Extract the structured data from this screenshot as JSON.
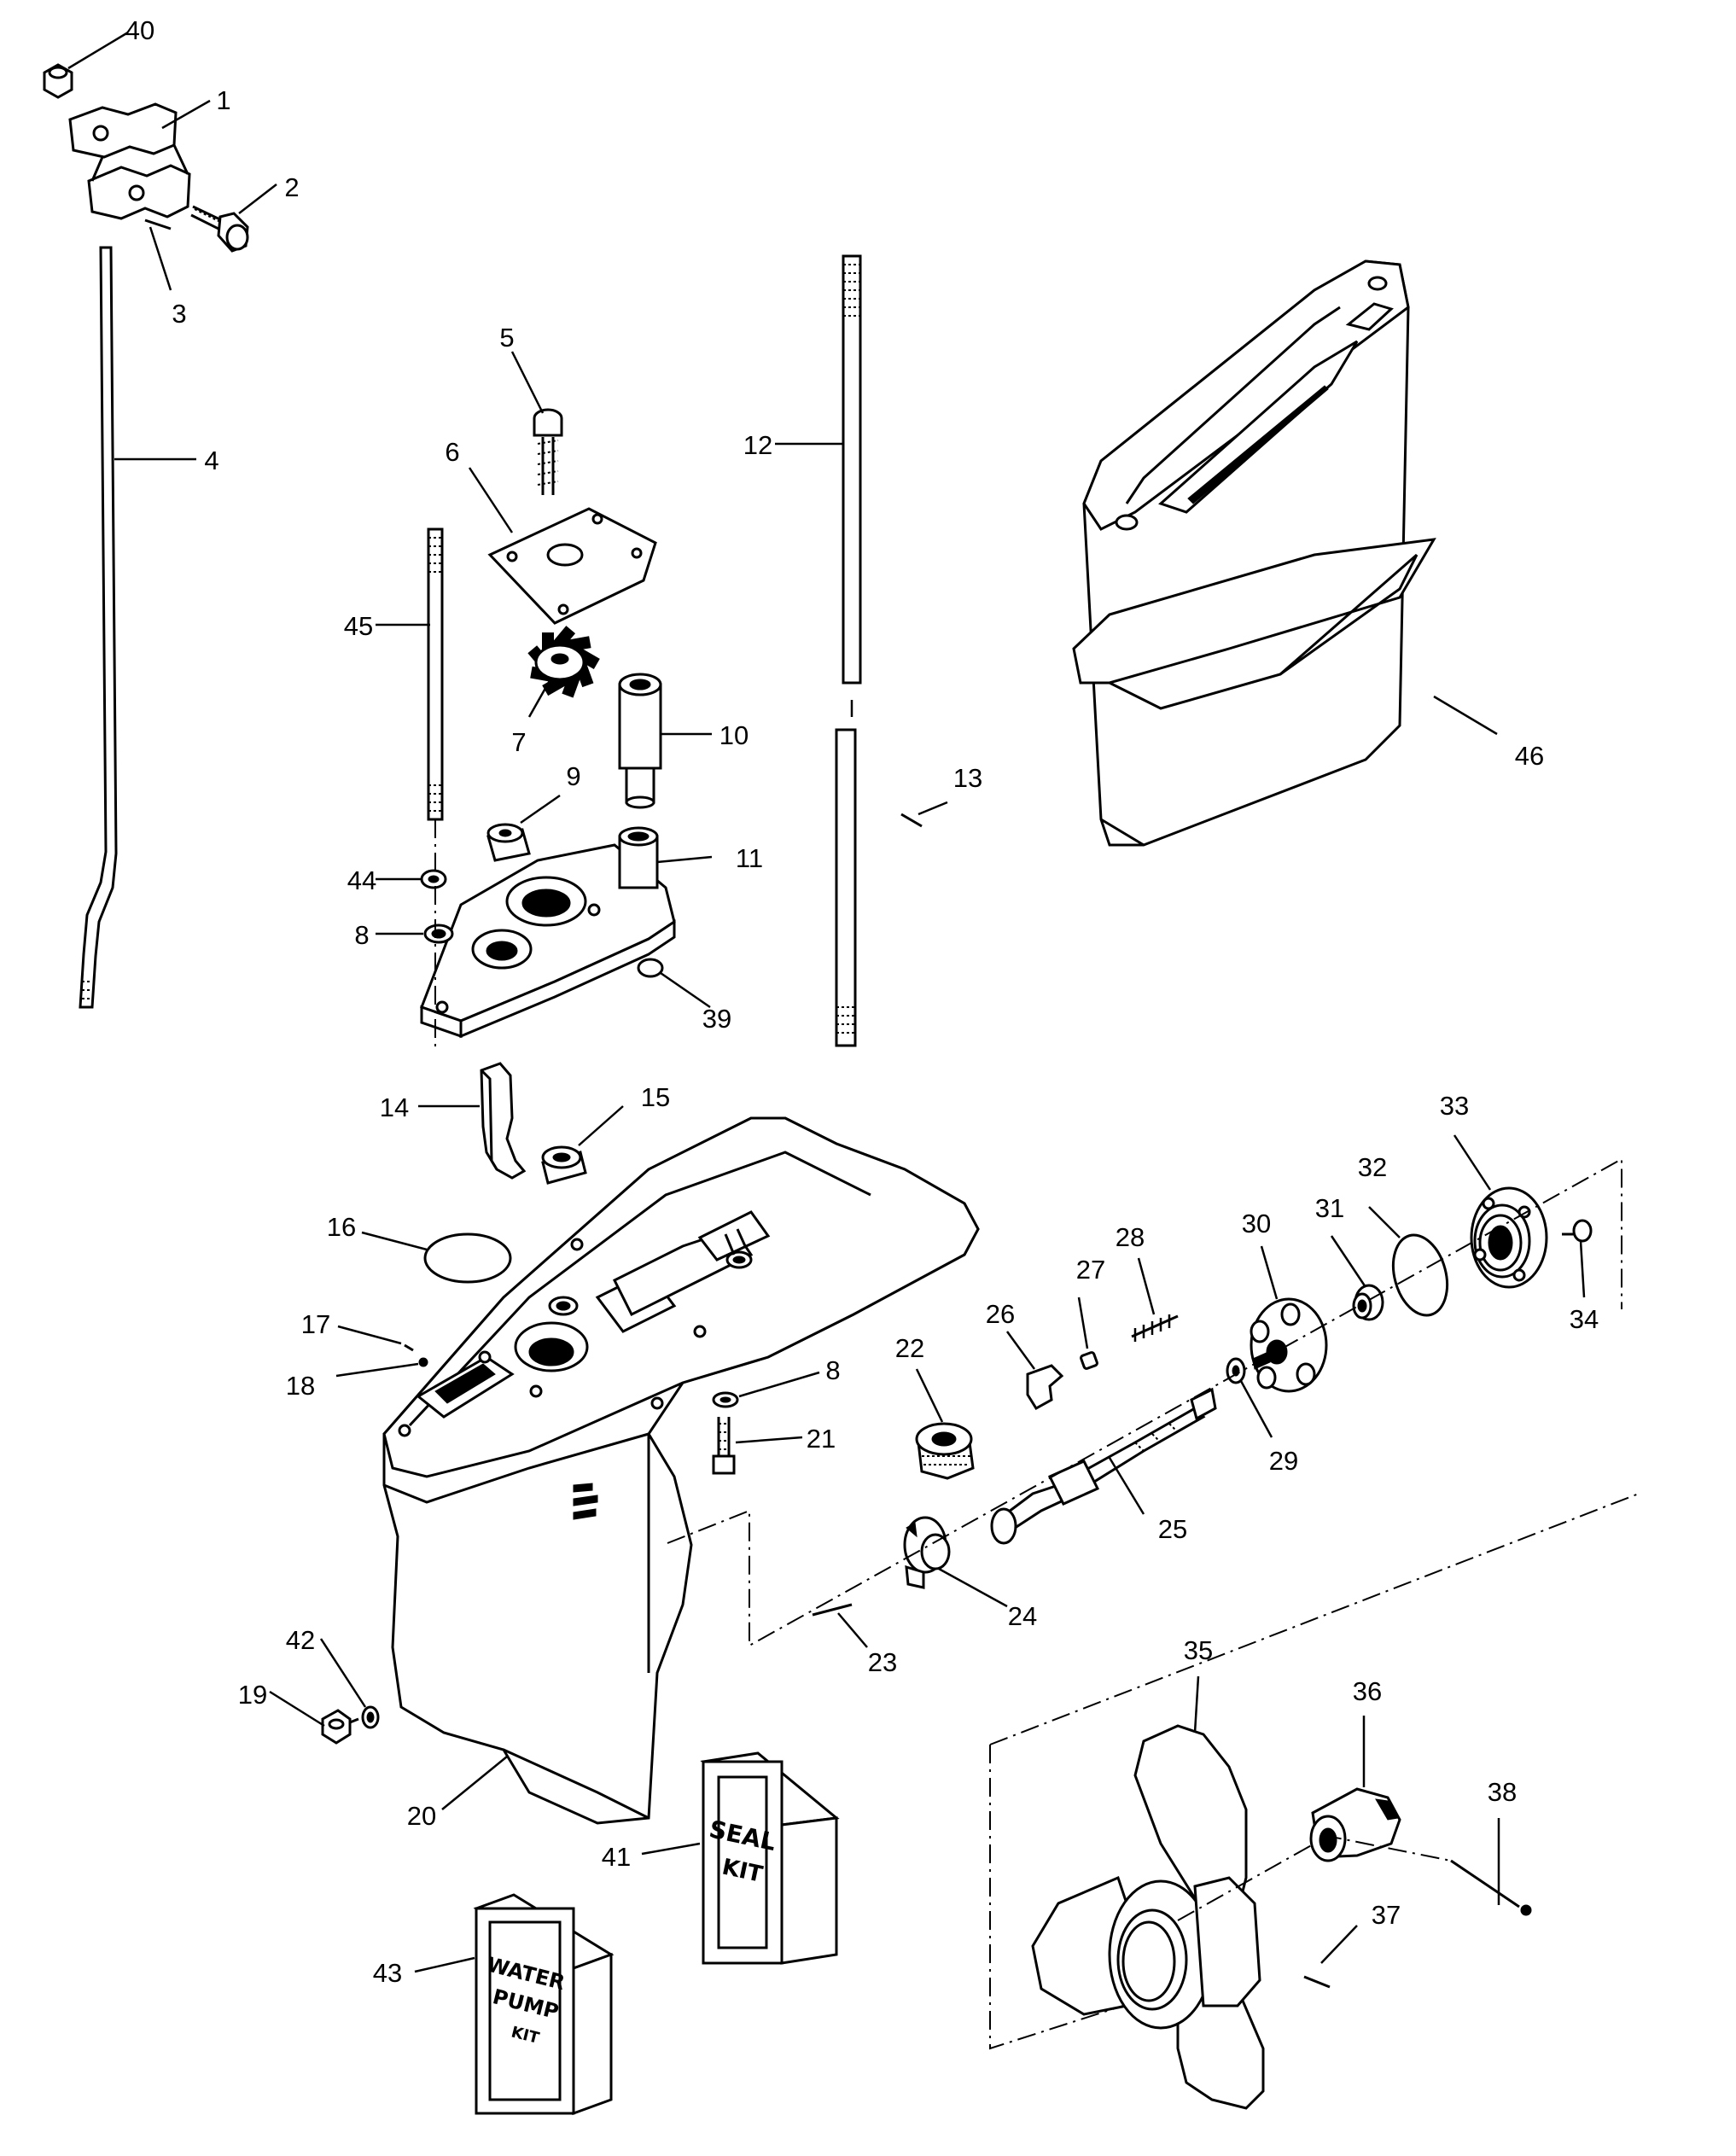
{
  "labels": [
    "1",
    "2",
    "3",
    "4",
    "5",
    "6",
    "7",
    "8",
    "9",
    "10",
    "11",
    "12",
    "13",
    "14",
    "15",
    "16",
    "17",
    "18",
    "19",
    "20",
    "21",
    "22",
    "23",
    "24",
    "25",
    "26",
    "27",
    "28",
    "29",
    "30",
    "31",
    "32",
    "33",
    "34",
    "35",
    "36",
    "37",
    "38",
    "39",
    "40",
    "41",
    "42",
    "43",
    "44",
    "45",
    "46"
  ],
  "seal_kit": {
    "line1": "SEAL",
    "line2": "KIT"
  },
  "water_pump_kit": {
    "line1": "WATER",
    "line2": "PUMP",
    "line3": "KIT"
  }
}
